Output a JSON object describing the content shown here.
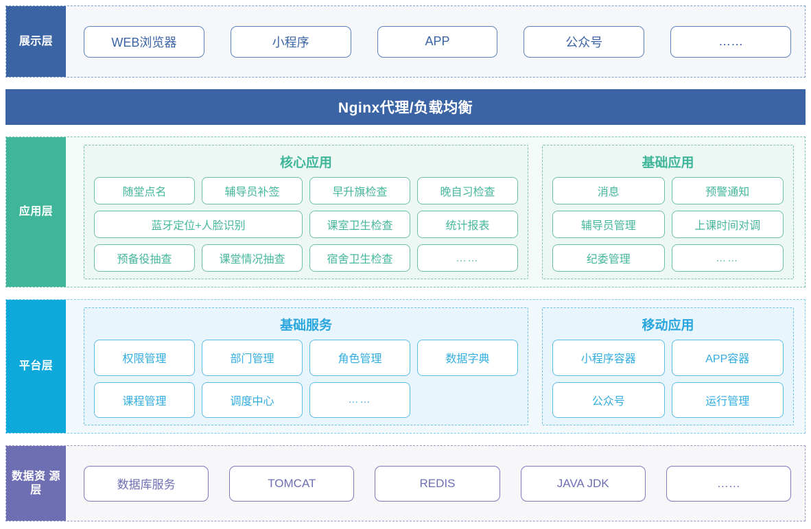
{
  "layers": {
    "presentation": {
      "label": "展示层",
      "color": "#3b64a5",
      "items": [
        "WEB浏览器",
        "小程序",
        "APP",
        "公众号",
        "……"
      ]
    },
    "nginx": {
      "label": "Nginx代理/负载均衡",
      "color": "#3b64a5"
    },
    "application": {
      "label": "应用层",
      "color": "#3fb69a",
      "groups": [
        {
          "title": "核心应用",
          "items": [
            "随堂点名",
            "辅导员补签",
            "早升旗检查",
            "晚自习检查",
            "蓝牙定位+人脸识别",
            "课室卫生检查",
            "统计报表",
            "预备役抽查",
            "课堂情况抽查",
            "宿舍卫生检查",
            "……"
          ]
        },
        {
          "title": "基础应用",
          "items": [
            "消息",
            "预警通知",
            "辅导员管理",
            "上课时间对调",
            "纪委管理",
            "……"
          ]
        }
      ]
    },
    "platform": {
      "label": "平台层",
      "color": "#0da9db",
      "groups": [
        {
          "title": "基础服务",
          "items": [
            "权限管理",
            "部门管理",
            "角色管理",
            "数据字典",
            "课程管理",
            "调度中心",
            "……"
          ]
        },
        {
          "title": "移动应用",
          "items": [
            "小程序容器",
            "APP容器",
            "公众号",
            "运行管理"
          ]
        }
      ]
    },
    "data": {
      "label": "数据资\n源层",
      "color": "#6e6eb3",
      "items": [
        "数据库服务",
        "TOMCAT",
        "REDIS",
        "JAVA JDK",
        "……"
      ]
    }
  }
}
